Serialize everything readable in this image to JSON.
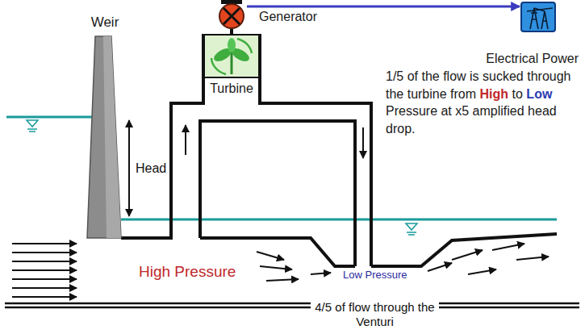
{
  "diagram": {
    "nodes": [
      {
        "text": [
          "Weir"
        ]
      },
      {
        "text": [
          "Generator"
        ]
      },
      {
        "text": [
          "Turbine"
        ]
      },
      {
        "text": [
          "Electrical Power"
        ]
      }
    ],
    "edges": [
      {
        "from": 1,
        "to": 3,
        "arrow": "to"
      }
    ],
    "labels": [
      "Head",
      "1/5 of the flow is sucked through the turbine from",
      "High",
      "to",
      "Low",
      "Pressure at x5 amplified head drop.",
      "High Pressure",
      "Low Pressure",
      "4/5 of flow through the Venturi"
    ]
  }
}
